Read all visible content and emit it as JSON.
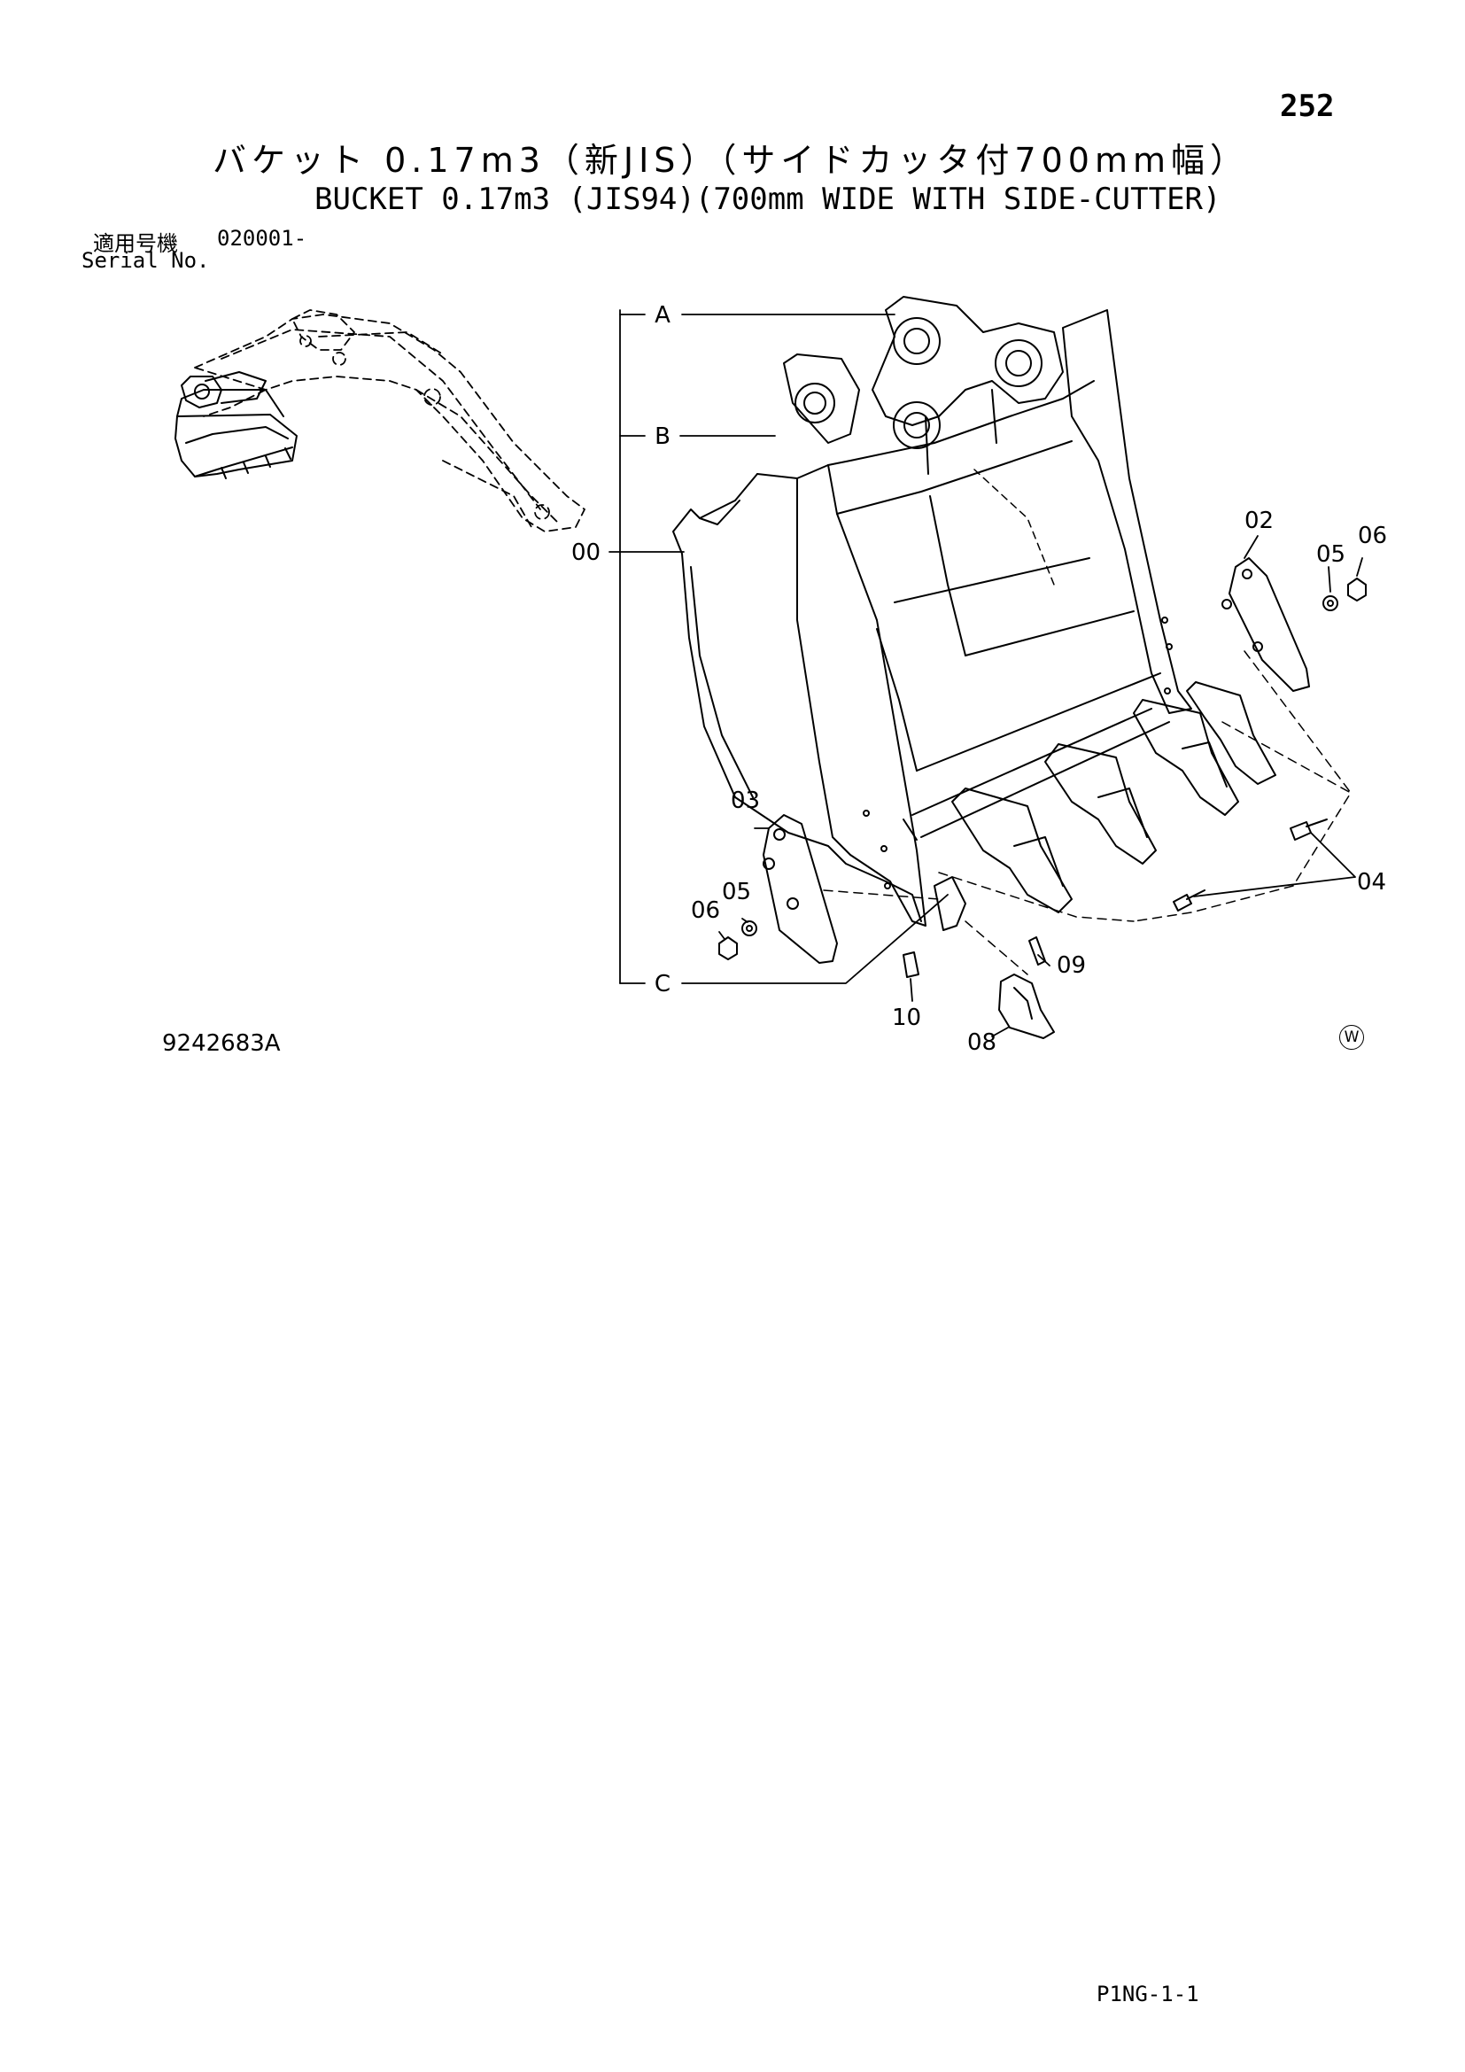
{
  "page_number": "252",
  "title_jp": "バケット 0.17m3（新JIS）（サイドカッタ付700mm幅）",
  "title_en": "BUCKET 0.17m3 (JIS94)(700mm WIDE WITH SIDE-CUTTER)",
  "serial": {
    "label_jp": "適用号機",
    "value": "020001-",
    "label_en": "Serial No."
  },
  "callouts": {
    "a": "A",
    "b": "B",
    "c": "C",
    "p00": "00",
    "p02": "02",
    "p03": "03",
    "p04": "04",
    "p05_right": "05",
    "p06_right": "06",
    "p05_left": "05",
    "p06_left": "06",
    "p08": "08",
    "p09": "09",
    "p10": "10"
  },
  "drawing_number": "9242683A",
  "w_mark": "W",
  "footer_code": "P1NG-1-1"
}
